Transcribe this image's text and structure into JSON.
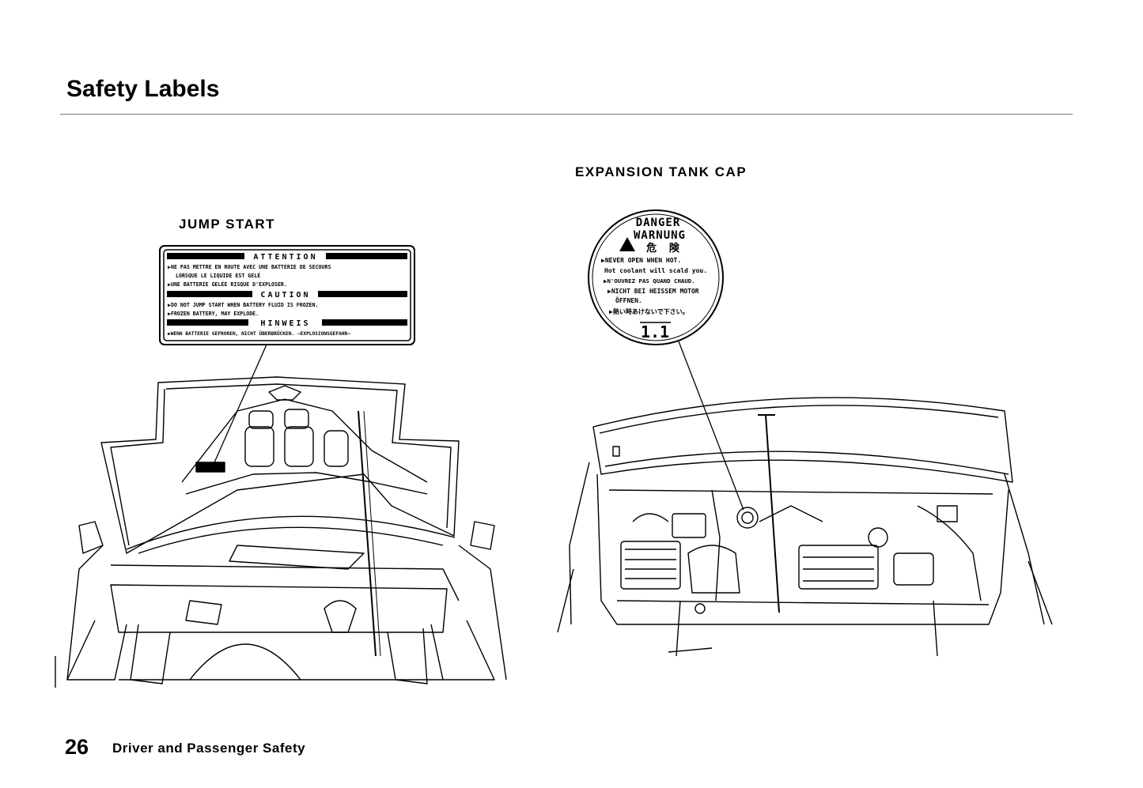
{
  "page": {
    "title": "Safety Labels",
    "page_number": "26",
    "section": "Driver and Passenger Safety"
  },
  "jump_start": {
    "caption": "JUMP START",
    "label": {
      "header_attention": "ATTENTION",
      "fr_line1": "▶NE PAS METTRE EN ROUTE AVEC UNE BATTERIE DE SECOURS",
      "fr_line2": "LORSQUE LE LIQUIDE EST GELÉ",
      "fr_line3": "▶UNE BATTERIE GELÉE RISQUE D'EXPLOSER.",
      "header_caution": "CAUTION",
      "en_line1": "▶DO NOT JUMP START WHEN BATTERY FLUID IS FROZEN.",
      "en_line2": "▶FROZEN BATTERY, MAY EXPLODE.",
      "header_hinweis": "HINWEIS",
      "de_line1": "▶WENN BATTERIE GEFROREN, NICHT ÜBERBRÜCKEN. —EXPLOSIONSGEFAHR—"
    }
  },
  "expansion_tank": {
    "caption": "EXPANSION TANK CAP",
    "label": {
      "danger": "DANGER",
      "warnung": "WARNUNG",
      "jp_danger": "危 険",
      "line1": "▶NEVER OPEN WHEN HOT.",
      "line2": "Hot coolant will scald you.",
      "line3": "▶N'OUVREZ PAS QUAND CHAUD.",
      "line4": "▶NICHT BEI HEISSEM MOTOR",
      "line5": "ÖFFNEN.",
      "line6": "▶熱い時あけないで下さい。",
      "pressure": "1.1"
    }
  }
}
